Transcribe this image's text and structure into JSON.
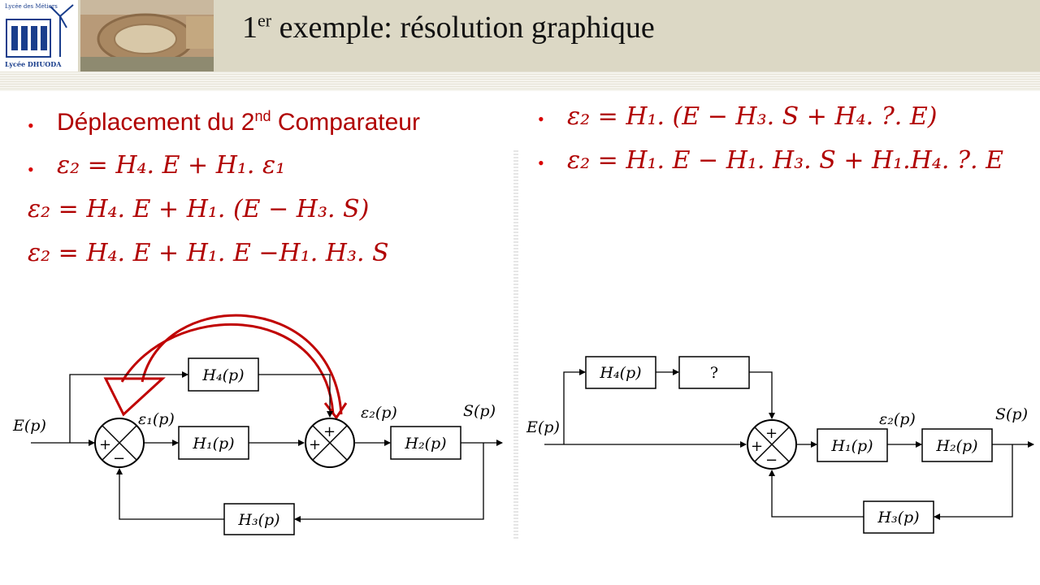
{
  "header": {
    "title_main": "1",
    "title_sup": "er",
    "title_rest": " exemple: résolution graphique",
    "logo_line1": "Lycée des Métiers",
    "logo_line2": "Lycée DHUODA"
  },
  "left": {
    "bullet1_text": "Déplacement du 2",
    "bullet1_sup": "nd",
    "bullet1_rest": " Comparateur",
    "eq1": "ε₂ = H₄. E + H₁. ε₁",
    "eq2": "ε₂ = H₄. E + H₁. (E − H₃. S)",
    "eq3": "ε₂ = H₄. E + H₁. E −H₁. H₃. S"
  },
  "right": {
    "eq1": "ε₂ = H₁. (E − H₃. S + H₄. ?. E)",
    "eq2": "ε₂ = H₁. E − H₁. H₃. S + H₁.H₄. ?. E"
  },
  "diagram_left": {
    "input_label": "E(p)",
    "output_label": "S(p)",
    "eps1_label": "ε₁(p)",
    "eps2_label": "ε₂(p)",
    "h1": "H₁(p)",
    "h2": "H₂(p)",
    "h3": "H₃(p)",
    "h4": "H₄(p)",
    "sum1_plus": "+",
    "sum1_minus": "−",
    "sum2_plus_top": "+",
    "sum2_plus_left": "+"
  },
  "diagram_right": {
    "input_label": "E(p)",
    "output_label": "S(p)",
    "eps2_label": "ε₂(p)",
    "h1": "H₁(p)",
    "h2": "H₂(p)",
    "h3": "H₃(p)",
    "h4": "H₄(p)",
    "unknown": "?",
    "sum_plus_top": "+",
    "sum_plus_left": "+",
    "sum_minus": "−"
  },
  "colors": {
    "accent": "#b00000",
    "header_bg": "#dcd8c5"
  }
}
